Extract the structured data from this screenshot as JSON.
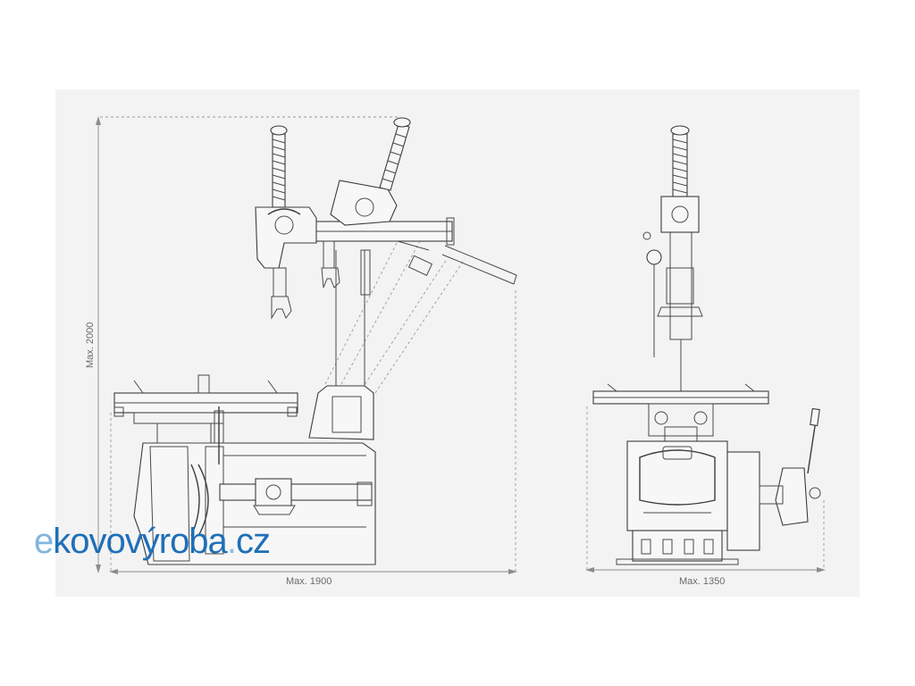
{
  "dimensions": {
    "height_label": "Max. 2000",
    "width_side_label": "Max. 1900",
    "width_front_label": "Max. 1350"
  },
  "logo": {
    "part_e": "e",
    "part_kovovyroba": "kovovýroba",
    "part_dot": ".",
    "part_cz": "cz"
  },
  "colors": {
    "panel_background": "#f3f3f3",
    "line": "#3c3c3c",
    "logo_light_blue": "#7fb6e0",
    "logo_dark_blue": "#1f6fb8"
  }
}
